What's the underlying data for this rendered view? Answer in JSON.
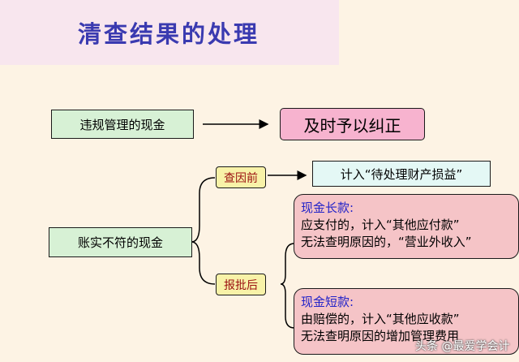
{
  "title": "清查结果的处理",
  "top_row": {
    "left_box": "违规管理的现金",
    "right_box": "及时予以纠正"
  },
  "mismatch": {
    "left_box": "账实不符的现金",
    "before_label": "查因前",
    "before_result": "计入“待处理财产损益”",
    "after_label": "报批后",
    "overage": {
      "heading": "现金长款:",
      "line1": "应支付的，计入“其他应付款”",
      "line2": "无法查明原因的，“营业外收入”"
    },
    "shortage": {
      "heading": "现金短款:",
      "line1": "由赔偿的，计入“其他应收款”",
      "line2": "无法查明原因的增加管理费用"
    }
  },
  "watermark": "头条 @最爱学会计"
}
